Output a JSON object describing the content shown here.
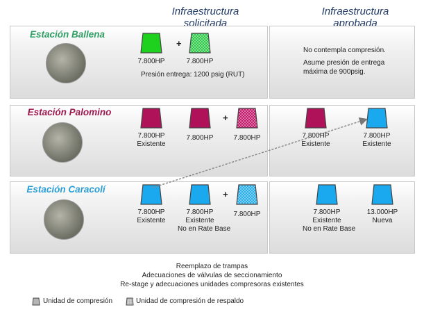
{
  "headers": {
    "solicitada": "Infraestructura solicitada",
    "aprobada": "Infraestructura aprobada"
  },
  "stations": {
    "ballena": {
      "name": "Estación Ballena",
      "color": "#2e9e63",
      "requested": [
        {
          "label": "7.800HP",
          "fill": "#1fd11f",
          "style": "solid"
        },
        {
          "label": "7.800HP",
          "fill": "#2fc84a",
          "style": "hatched"
        }
      ],
      "pressure_note": "Presión entrega: 1200 psig (RUT)",
      "approved_note_1": "No contempla compresión.",
      "approved_note_2": "Asume presión de entrega máxima de 900psig."
    },
    "palomino": {
      "name": "Estación Palomino",
      "color": "#a0174d",
      "requested": [
        {
          "label": "7.800HP",
          "sub": "Existente",
          "fill": "#b0125a",
          "style": "solid"
        },
        {
          "label": "7.800HP",
          "fill": "#b0125a",
          "style": "solid"
        },
        {
          "label": "7.800HP",
          "fill": "#c01a6a",
          "style": "hatched"
        }
      ],
      "approved": [
        {
          "label": "7.800HP",
          "sub": "Existente",
          "fill": "#b0125a",
          "style": "solid"
        },
        {
          "label": "7.800HP",
          "sub": "Existente",
          "fill": "#1aa8ee",
          "style": "solid"
        }
      ]
    },
    "caracoli": {
      "name": "Estación Caracolí",
      "color": "#2a9fd6",
      "requested": [
        {
          "label": "7.800HP",
          "sub": "Existente",
          "fill": "#1aa8ee",
          "style": "solid"
        },
        {
          "label": "7.800HP",
          "sub": "Existente",
          "sub2": "No en Rate Base",
          "fill": "#1aa8ee",
          "style": "solid"
        },
        {
          "label": "7.800HP",
          "fill": "#2aaee6",
          "style": "hatched"
        }
      ],
      "approved": [
        {
          "label": "7.800HP",
          "sub": "Existente",
          "sub2": "No en Rate Base",
          "fill": "#1aa8ee",
          "style": "solid"
        },
        {
          "label": "13.000HP",
          "sub": "Nueva",
          "fill": "#1aa8ee",
          "style": "solid"
        }
      ]
    }
  },
  "plus_sign": "+",
  "bottom_notes": [
    "Reemplazo de trampas",
    "Adecuaciones de válvulas de seccionamiento",
    "Re-stage y adecuaciones unidades compresoras existentes"
  ],
  "legend": {
    "unit": "Unidad de compresión",
    "backup": "Unidad de compresión de respaldo"
  }
}
